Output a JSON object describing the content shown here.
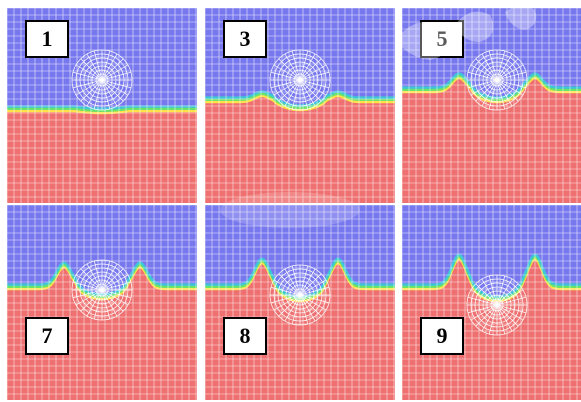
{
  "figure": {
    "colors": {
      "upper_fluid": "#7878ee",
      "lower_fluid": "#ee7070",
      "grid_line": "#ffffff",
      "interface_bands": [
        "#ffe14a",
        "#6ae36a",
        "#3ec6d8"
      ]
    },
    "panels": [
      {
        "label": "1",
        "row": 0,
        "col": 0,
        "label_position": "top-left"
      },
      {
        "label": "3",
        "row": 0,
        "col": 1,
        "label_position": "top-left"
      },
      {
        "label": "5",
        "row": 0,
        "col": 2,
        "label_position": "top-left"
      },
      {
        "label": "7",
        "row": 1,
        "col": 0,
        "label_position": "bottom-left"
      },
      {
        "label": "8",
        "row": 1,
        "col": 1,
        "label_position": "bottom-left"
      },
      {
        "label": "9",
        "row": 1,
        "col": 2,
        "label_position": "bottom-left"
      }
    ]
  }
}
